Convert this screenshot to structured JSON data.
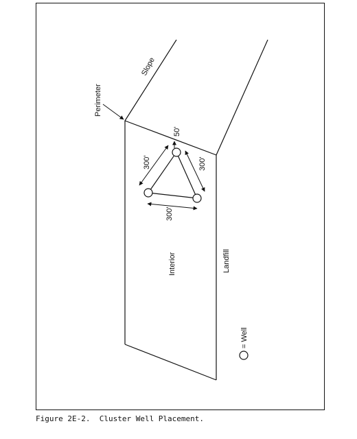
{
  "figure": {
    "caption": "Figure 2E-2.  Cluster Well Placement."
  },
  "labels": {
    "slope": "Slope",
    "perimeter": "Perimeter",
    "interior": "Interior",
    "landfill": "Landfill",
    "distance_top": "50'",
    "distance_left": "300'",
    "distance_right": "300'",
    "distance_bottom": "300'",
    "legend_well": "= Well"
  },
  "legend": {
    "symbol": "circle"
  }
}
